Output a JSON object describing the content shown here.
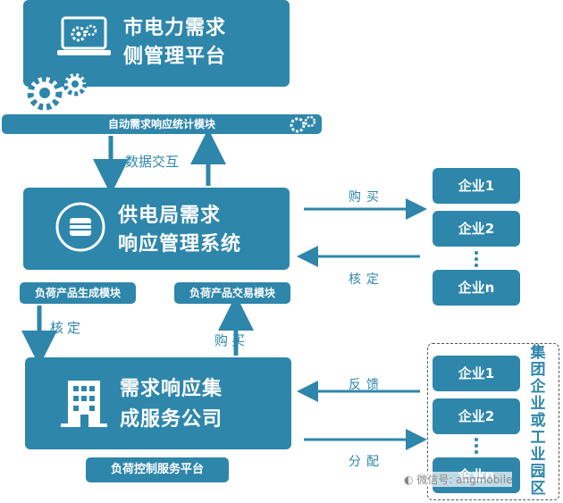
{
  "city_platform": {
    "title_line1": "市电力需求",
    "title_line2": "侧管理平台",
    "module": "自动需求响应统计模块"
  },
  "data_exchange": "数据交互",
  "supply_bureau": {
    "title_line1": "供电局需求",
    "title_line2": "响应管理系统",
    "module_left": "负荷产品生成模块",
    "module_right": "负荷产品交易模块"
  },
  "flows": {
    "buy": "购买",
    "verify": "核定",
    "verify_down": "核定",
    "buy_up": "购买",
    "feedback": "反馈",
    "allocate": "分配"
  },
  "enterprises_top": [
    "企业1",
    "企业2",
    "企业n"
  ],
  "integrator": {
    "title_line1": "需求响应集",
    "title_line2": "成服务公司",
    "platform": "负荷控制服务平台"
  },
  "enterprises_bottom": [
    "企业1",
    "企业2",
    "企业n"
  ],
  "group_label": [
    "集",
    "团",
    "企",
    "业",
    "或",
    "工",
    "业",
    "园",
    "区"
  ],
  "watermark": "微信号: angmobile",
  "colors": {
    "primary": "#2e86ab",
    "accent": "#1f5f7a"
  }
}
